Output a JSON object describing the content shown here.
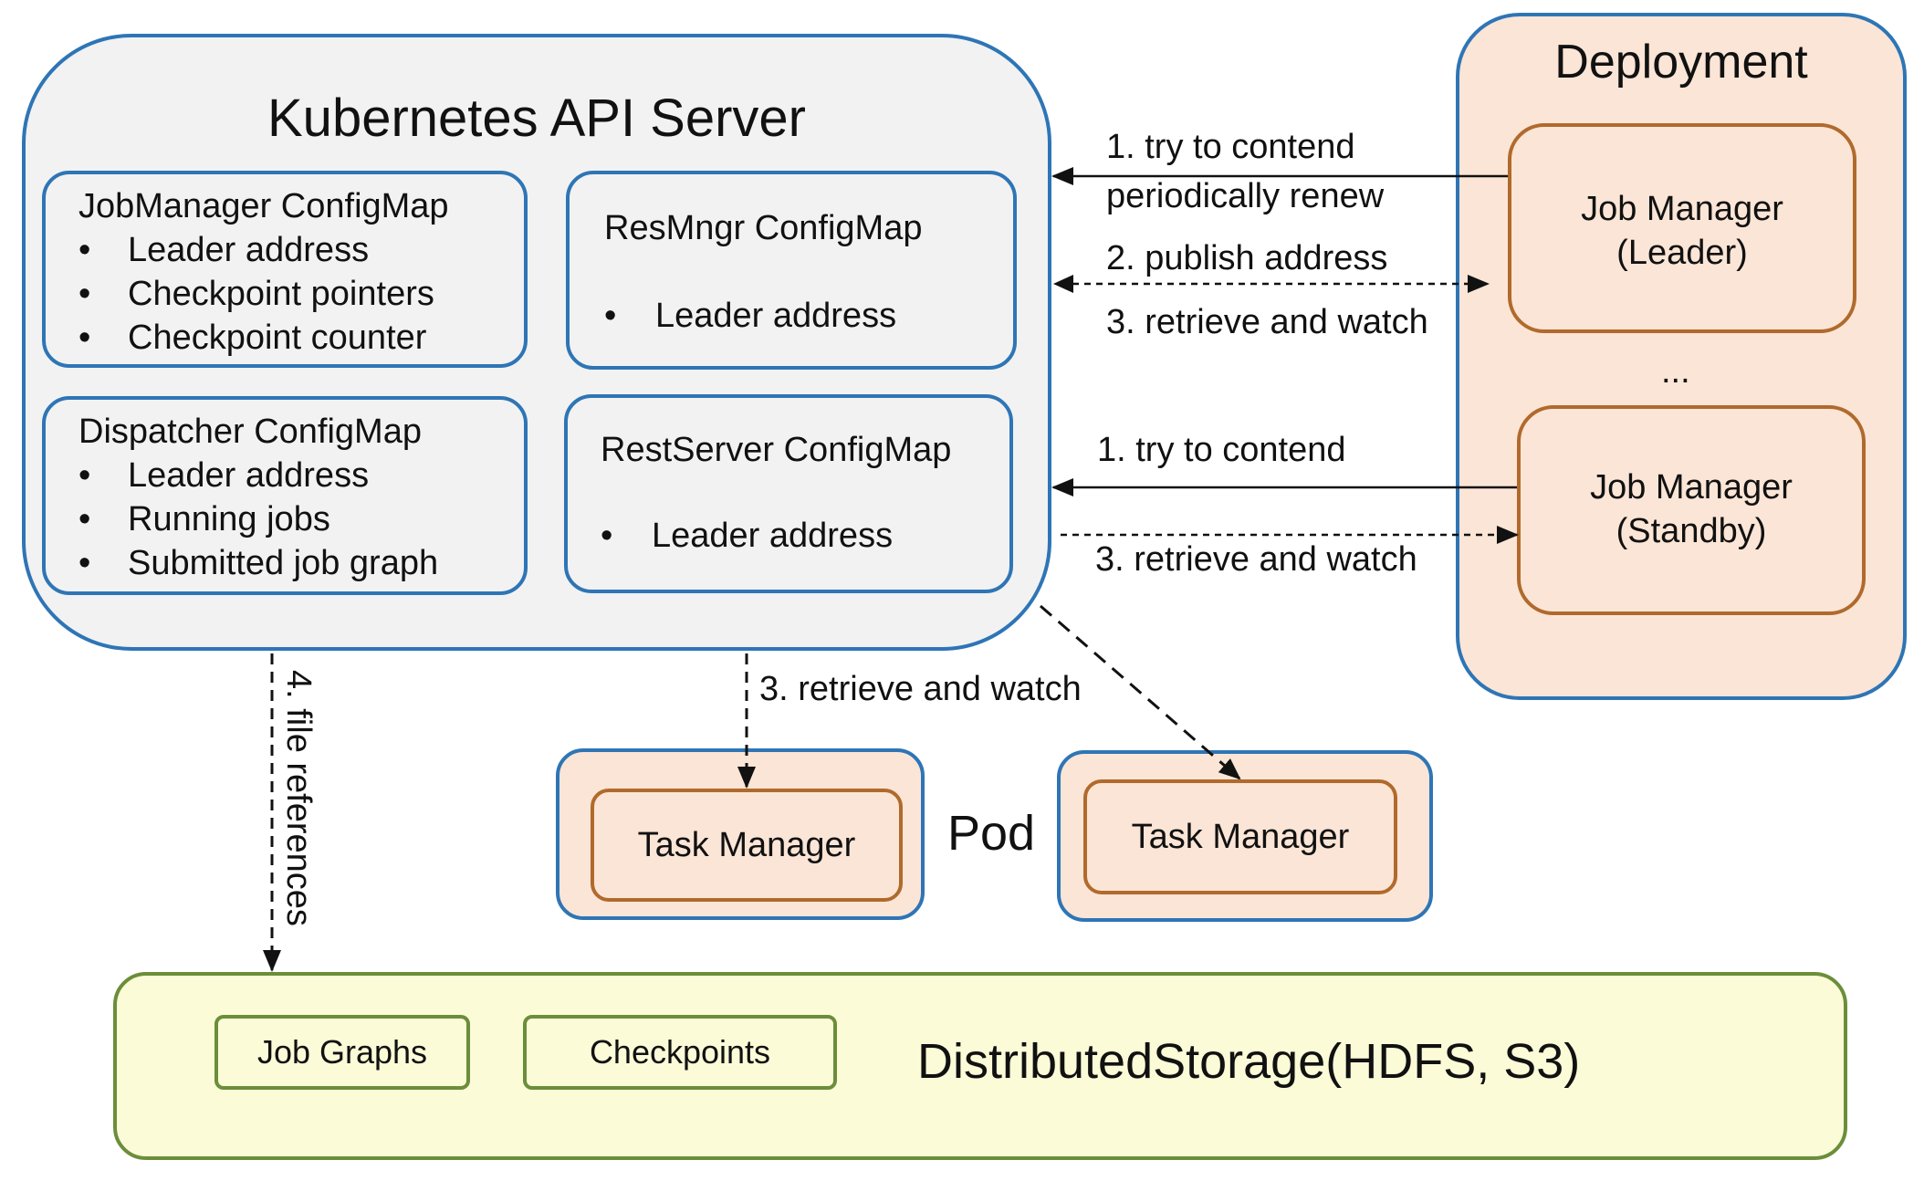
{
  "api_server": {
    "title": "Kubernetes API Server",
    "jobmanager_cm": {
      "title": "JobManager ConfigMap",
      "items": [
        "Leader address",
        "Checkpoint pointers",
        "Checkpoint counter"
      ]
    },
    "resmngr_cm": {
      "title": "ResMngr ConfigMap",
      "items": [
        "Leader address"
      ]
    },
    "dispatcher_cm": {
      "title": "Dispatcher ConfigMap",
      "items": [
        "Leader address",
        "Running jobs",
        "Submitted job graph"
      ]
    },
    "restserver_cm": {
      "title": "RestServer ConfigMap",
      "items": [
        "Leader address"
      ]
    }
  },
  "bullet": "•",
  "deployment": {
    "title": "Deployment",
    "leader": {
      "line1": "Job Manager",
      "line2": "(Leader)"
    },
    "ellipsis": "...",
    "standby": {
      "line1": "Job Manager",
      "line2": "(Standby)"
    }
  },
  "pods": {
    "label": "Pod",
    "task_manager_1": "Task Manager",
    "task_manager_2": "Task Manager"
  },
  "storage": {
    "title": "DistributedStorage(HDFS, S3)",
    "items": [
      "Job Graphs",
      "Checkpoints"
    ]
  },
  "edges": {
    "leader_contend_1": "1. try to contend",
    "leader_contend_2": "periodically renew",
    "publish": "2. publish address",
    "leader_retrieve": "3. retrieve and watch",
    "standby_contend": "1. try to contend",
    "standby_retrieve": "3. retrieve and watch",
    "tm_retrieve": "3. retrieve and watch",
    "file_refs": "4. file references"
  },
  "colors": {
    "blue_border": "#2e75b6",
    "orange_border": "#b06a2c",
    "green_border": "#6b8e3a",
    "peach_fill": "#fbe5d6",
    "gray_fill": "#f2f2f2",
    "storage_fill": "#fbfbd8"
  }
}
